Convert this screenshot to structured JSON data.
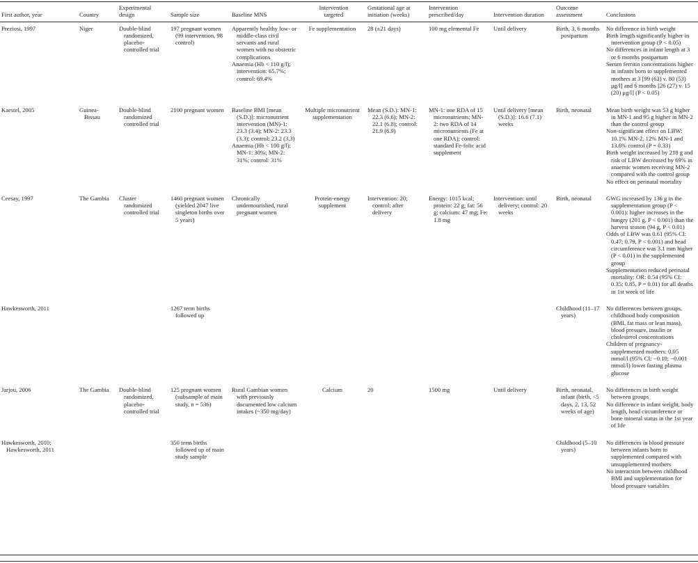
{
  "table": {
    "columns": [
      "First author, year",
      "Country",
      "Experimental design",
      "Sample size",
      "Baseline MNS",
      "Intervention targeted",
      "Gestational age at initiation (weeks)",
      "Intervention prescribed/day",
      "Intervention duration",
      "Outcome assessment",
      "Conclusions"
    ],
    "rows": [
      {
        "cells": [
          [
            "Preziosi, 1997"
          ],
          [
            "Niger"
          ],
          [
            "Double-blind randomized, placebo-controlled trial"
          ],
          [
            "197 pregnant women (99 intervention, 98 control)"
          ],
          [
            "Apparently healthy low- or middle-class civil servants and rural women with no obstetric complications",
            "Anaemia (Hb < 110 g/l); intervention: 65.7%; control: 69.4%"
          ],
          [
            "Fe supplementation"
          ],
          [
            "28 (±21 days)"
          ],
          [
            "100 mg elemental Fe"
          ],
          [
            "Until delivery"
          ],
          [
            "Birth, 3, 6 months postpartum"
          ],
          [
            "No difference in birth weight",
            "Birth length significantly higher in intervention group (P < 0.05)",
            "No differences in infant length at 3 or 6 months postpartum",
            "Serum ferritin concentrations higher in infants born to supplemented mothers at 3 [99 (63) v. 80 (53) μg/l] and 6 months [26 (27) v. 15 (20) μg/l] (P < 0.05)"
          ]
        ]
      },
      {
        "cells": [
          [
            "Kaestel, 2005"
          ],
          [
            "Guinea-Bissau"
          ],
          [
            "Double-blind randomized controlled trial"
          ],
          [
            "2100 pregnant women"
          ],
          [
            "Baseline BMI [mean (S.D.)]: micronutrient intervention (MN)-1: 23.3 (3.4); MN-2: 23.3 (3.3); control: 23.2 (3.3)",
            "Anaemia (Hb < 100 g/l); MN-1: 30%; MN-2: 31%; control: 31%"
          ],
          [
            "Multiple micronutrient supplementation"
          ],
          [
            "Mean (S.D.): MN-1: 22.3 (6.6); MN-2: 22.1 (6.8); control: 21.9 (6.9)"
          ],
          [
            "MN-1: one RDA of 15 micronutrients; MN-2: two RDA of 14 micronutrients (Fe at one RDA); control: standard Fe-folic acid supplement"
          ],
          [
            "Until delivery [mean (S.D.)]: 16.6 (7.1) weeks"
          ],
          [
            "Birth, neonatal"
          ],
          [
            "Mean birth weight was 53 g higher in MN-1 and 95 g higher in MN-2 than the control group",
            "Non-significant effect on LBW: 10.1% MN-2, 12% MN-1 and 13.6% control (P = 0.33)",
            "Birth weight increased by 218 g and risk of LBW decreased by 69% in anaemic women receiving MN-2 compared with the control group",
            "No effect on perinatal mortality"
          ]
        ]
      },
      {
        "cells": [
          [
            "Ceesay, 1997"
          ],
          [
            "The Gambia"
          ],
          [
            "Cluster randomized controlled trial"
          ],
          [
            "1460 pregnant women (yielded 2047 live singleton births over 5 years)"
          ],
          [
            "Chronically undernourished, rural pregnant women"
          ],
          [
            "Protein-energy supplement"
          ],
          [
            "Intervention: 20; control: after delivery"
          ],
          [
            "Energy: 1015 kcal; protein: 22 g; fat: 56 g; calcium: 47 mg; Fe: 1.8 mg"
          ],
          [
            "Intervention: until delivery; control: 20 weeks"
          ],
          [
            "Birth, neonatal"
          ],
          [
            "GWG increased by 136 g in the supplementation group (P < 0.001): higher increases in the hungry (201 g, P < 0.001) than the harvest season (94 g, P < 0.01)",
            "Odds of LBW was 0.61 (95% CI: 0.47; 0.79, P < 0.001) and head circumference was 3.1 mm higher (P < 0.01) in the supplemented group",
            "Supplementation reduced perinatal mortality: OR: 0.54 (95% CI: 0.35; 0.85, P = 0.01) for all deaths in 1st week of life"
          ]
        ]
      },
      {
        "cells": [
          [
            "Hawkesworth, 2011"
          ],
          [],
          [],
          [
            "1267 term births followed up"
          ],
          [],
          [],
          [],
          [],
          [],
          [
            "Childhood (11–17 years)"
          ],
          [
            "No differences between groups, childhood body composition (BMI, fat mass or lean mass), blood pressure, insulin or cholesterol concentrations",
            "Children of pregnancy-supplemented mothers: 0.05 mmol/l (95% CI: −0.10; −0.001 mmol/l) lower fasting plasma glucose"
          ]
        ]
      },
      {
        "cells": [
          [
            "Jarjou, 2006"
          ],
          [
            "The Gambia"
          ],
          [
            "Double-blind randomized, placebo-controlled trial"
          ],
          [
            "125 pregnant women (subsample of main study, n = 536)"
          ],
          [
            "Rural Gambian women with previously documented low calcium intakes (~350 mg/day)"
          ],
          [
            "Calcium"
          ],
          [
            "20"
          ],
          [
            "1500 mg"
          ],
          [
            "Until delivery"
          ],
          [
            "Birth, neonatal, infant (birth, <5 days, 2, 13, 52 weeks of age)"
          ],
          [
            "No differences in birth weight between groups",
            "No difference in infant weight, body length, head circumference or bone mineral status in the 1st year of life"
          ]
        ]
      },
      {
        "cells": [
          [
            "Hawkesworth, 2010; Hawkesworth, 2011"
          ],
          [],
          [],
          [
            "350 term births followed up of main study sample"
          ],
          [],
          [],
          [],
          [],
          [],
          [
            "Childhood (5–10 years)"
          ],
          [
            "No differences in blood pressure between infants born to supplemented compared with unsupplemented mothers",
            "No interaction between childhood BMI and supplementation for blood pressure variables"
          ]
        ]
      }
    ]
  }
}
